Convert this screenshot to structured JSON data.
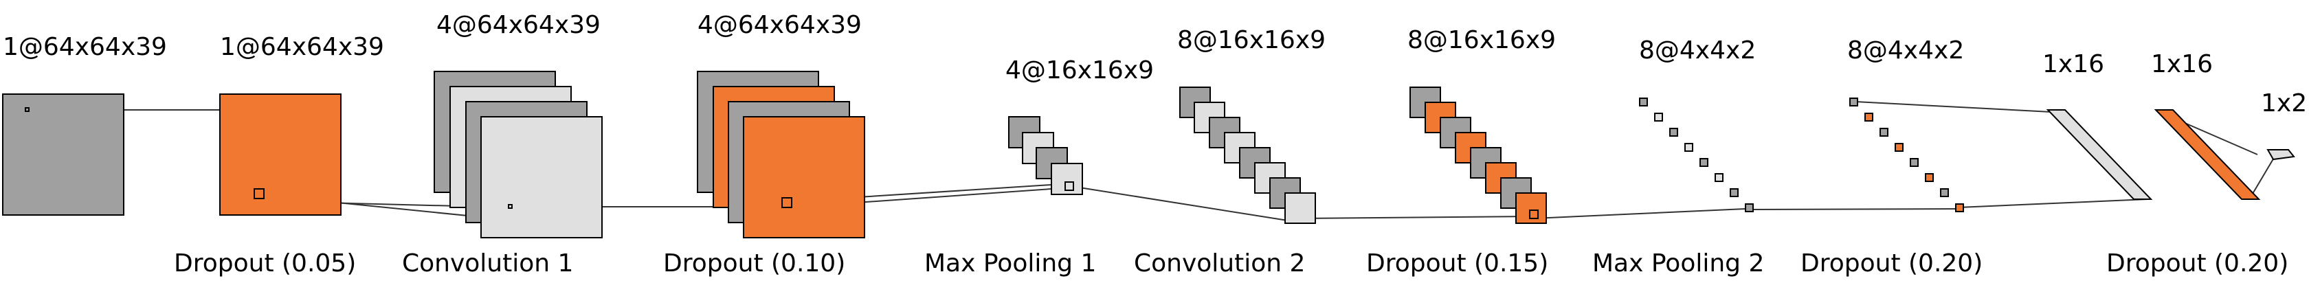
{
  "colors": {
    "gray": "#a0a0a0",
    "light": "#e0e0e0",
    "orange": "#f07830",
    "stroke": "#000000",
    "connector": "#333333"
  },
  "layers": [
    {
      "shape": "1@64x64x39",
      "name": ""
    },
    {
      "shape": "1@64x64x39",
      "name": "Dropout (0.05)"
    },
    {
      "shape": "4@64x64x39",
      "name": "Convolution 1"
    },
    {
      "shape": "4@64x64x39",
      "name": "Dropout (0.10)"
    },
    {
      "shape": "4@16x16x9",
      "name": "Max Pooling 1"
    },
    {
      "shape": "8@16x16x9",
      "name": "Convolution 2"
    },
    {
      "shape": "8@16x16x9",
      "name": "Dropout (0.15)"
    },
    {
      "shape": "8@4x4x2",
      "name": "Max Pooling 2"
    },
    {
      "shape": "8@4x4x2",
      "name": "Dropout (0.20)"
    },
    {
      "shape": "1x16",
      "name": ""
    },
    {
      "shape": "1x16",
      "name": "Dropout (0.20)"
    },
    {
      "shape": "1x2",
      "name": ""
    }
  ]
}
